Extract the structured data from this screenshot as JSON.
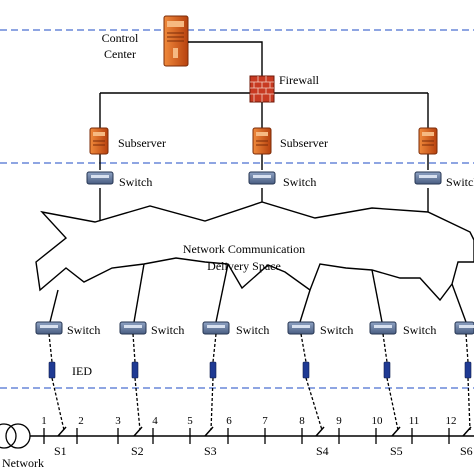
{
  "control_center": {
    "line1": "Control",
    "line2": "Center"
  },
  "firewall": {
    "label": "Firewall"
  },
  "subservers": [
    {
      "label": "Subserver"
    },
    {
      "label": "Subserver"
    },
    {
      "label": ""
    }
  ],
  "upper_switches": [
    {
      "label": "Switch"
    },
    {
      "label": "Switch"
    },
    {
      "label": "Switch"
    }
  ],
  "cloud": {
    "line1": "Network Communication",
    "line2": "Delivery Space"
  },
  "lower_switches": [
    {
      "label": "Switch"
    },
    {
      "label": "Switch"
    },
    {
      "label": "Switch"
    },
    {
      "label": "Switch"
    },
    {
      "label": "Switch"
    },
    {
      "label": ""
    }
  ],
  "ied": {
    "label": "IED"
  },
  "bus_nodes": [
    "1",
    "2",
    "3",
    "4",
    "5",
    "6",
    "7",
    "8",
    "9",
    "10",
    "11",
    "12"
  ],
  "sectionalizers": [
    "S1",
    "S2",
    "S3",
    "S4",
    "S5",
    "S6"
  ],
  "network": {
    "label": "Network"
  },
  "colors": {
    "dashed_line": "#4a6fd0",
    "server": "#d65a1c",
    "ied": "#1f3a93"
  }
}
